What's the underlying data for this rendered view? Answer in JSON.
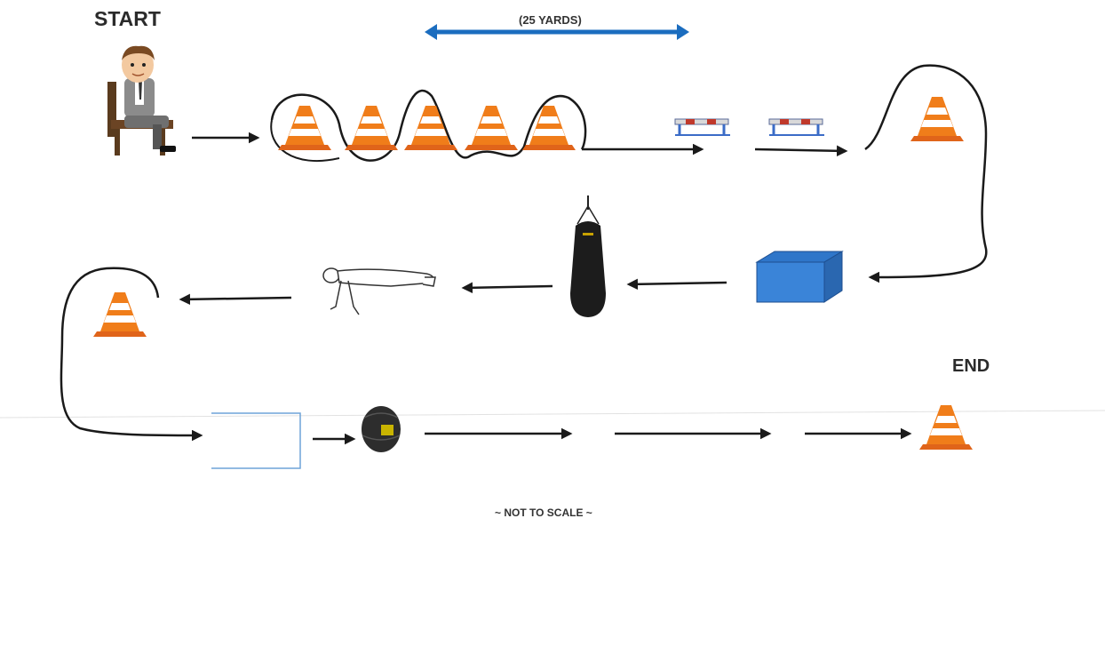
{
  "start_label": "START",
  "end_label": "END",
  "scale_label": "(25 YARDS)",
  "not_to_scale_label": "~ NOT TO SCALE ~",
  "colors": {
    "scale_arrow": "#1b6dbf",
    "cone_orange": "#f07d1a",
    "cone_stripe": "#ffffff",
    "box_blue": "#2f76c9",
    "path_ink": "#1a1a1a",
    "start_box_outline": "#6fa3d8"
  },
  "icons": [
    "person-on-chair-icon",
    "traffic-cone-icon",
    "hurdle-icon",
    "plyo-box-icon",
    "punching-bag-icon",
    "pushup-figure-icon",
    "medicine-ball-icon",
    "marked-area-icon"
  ]
}
